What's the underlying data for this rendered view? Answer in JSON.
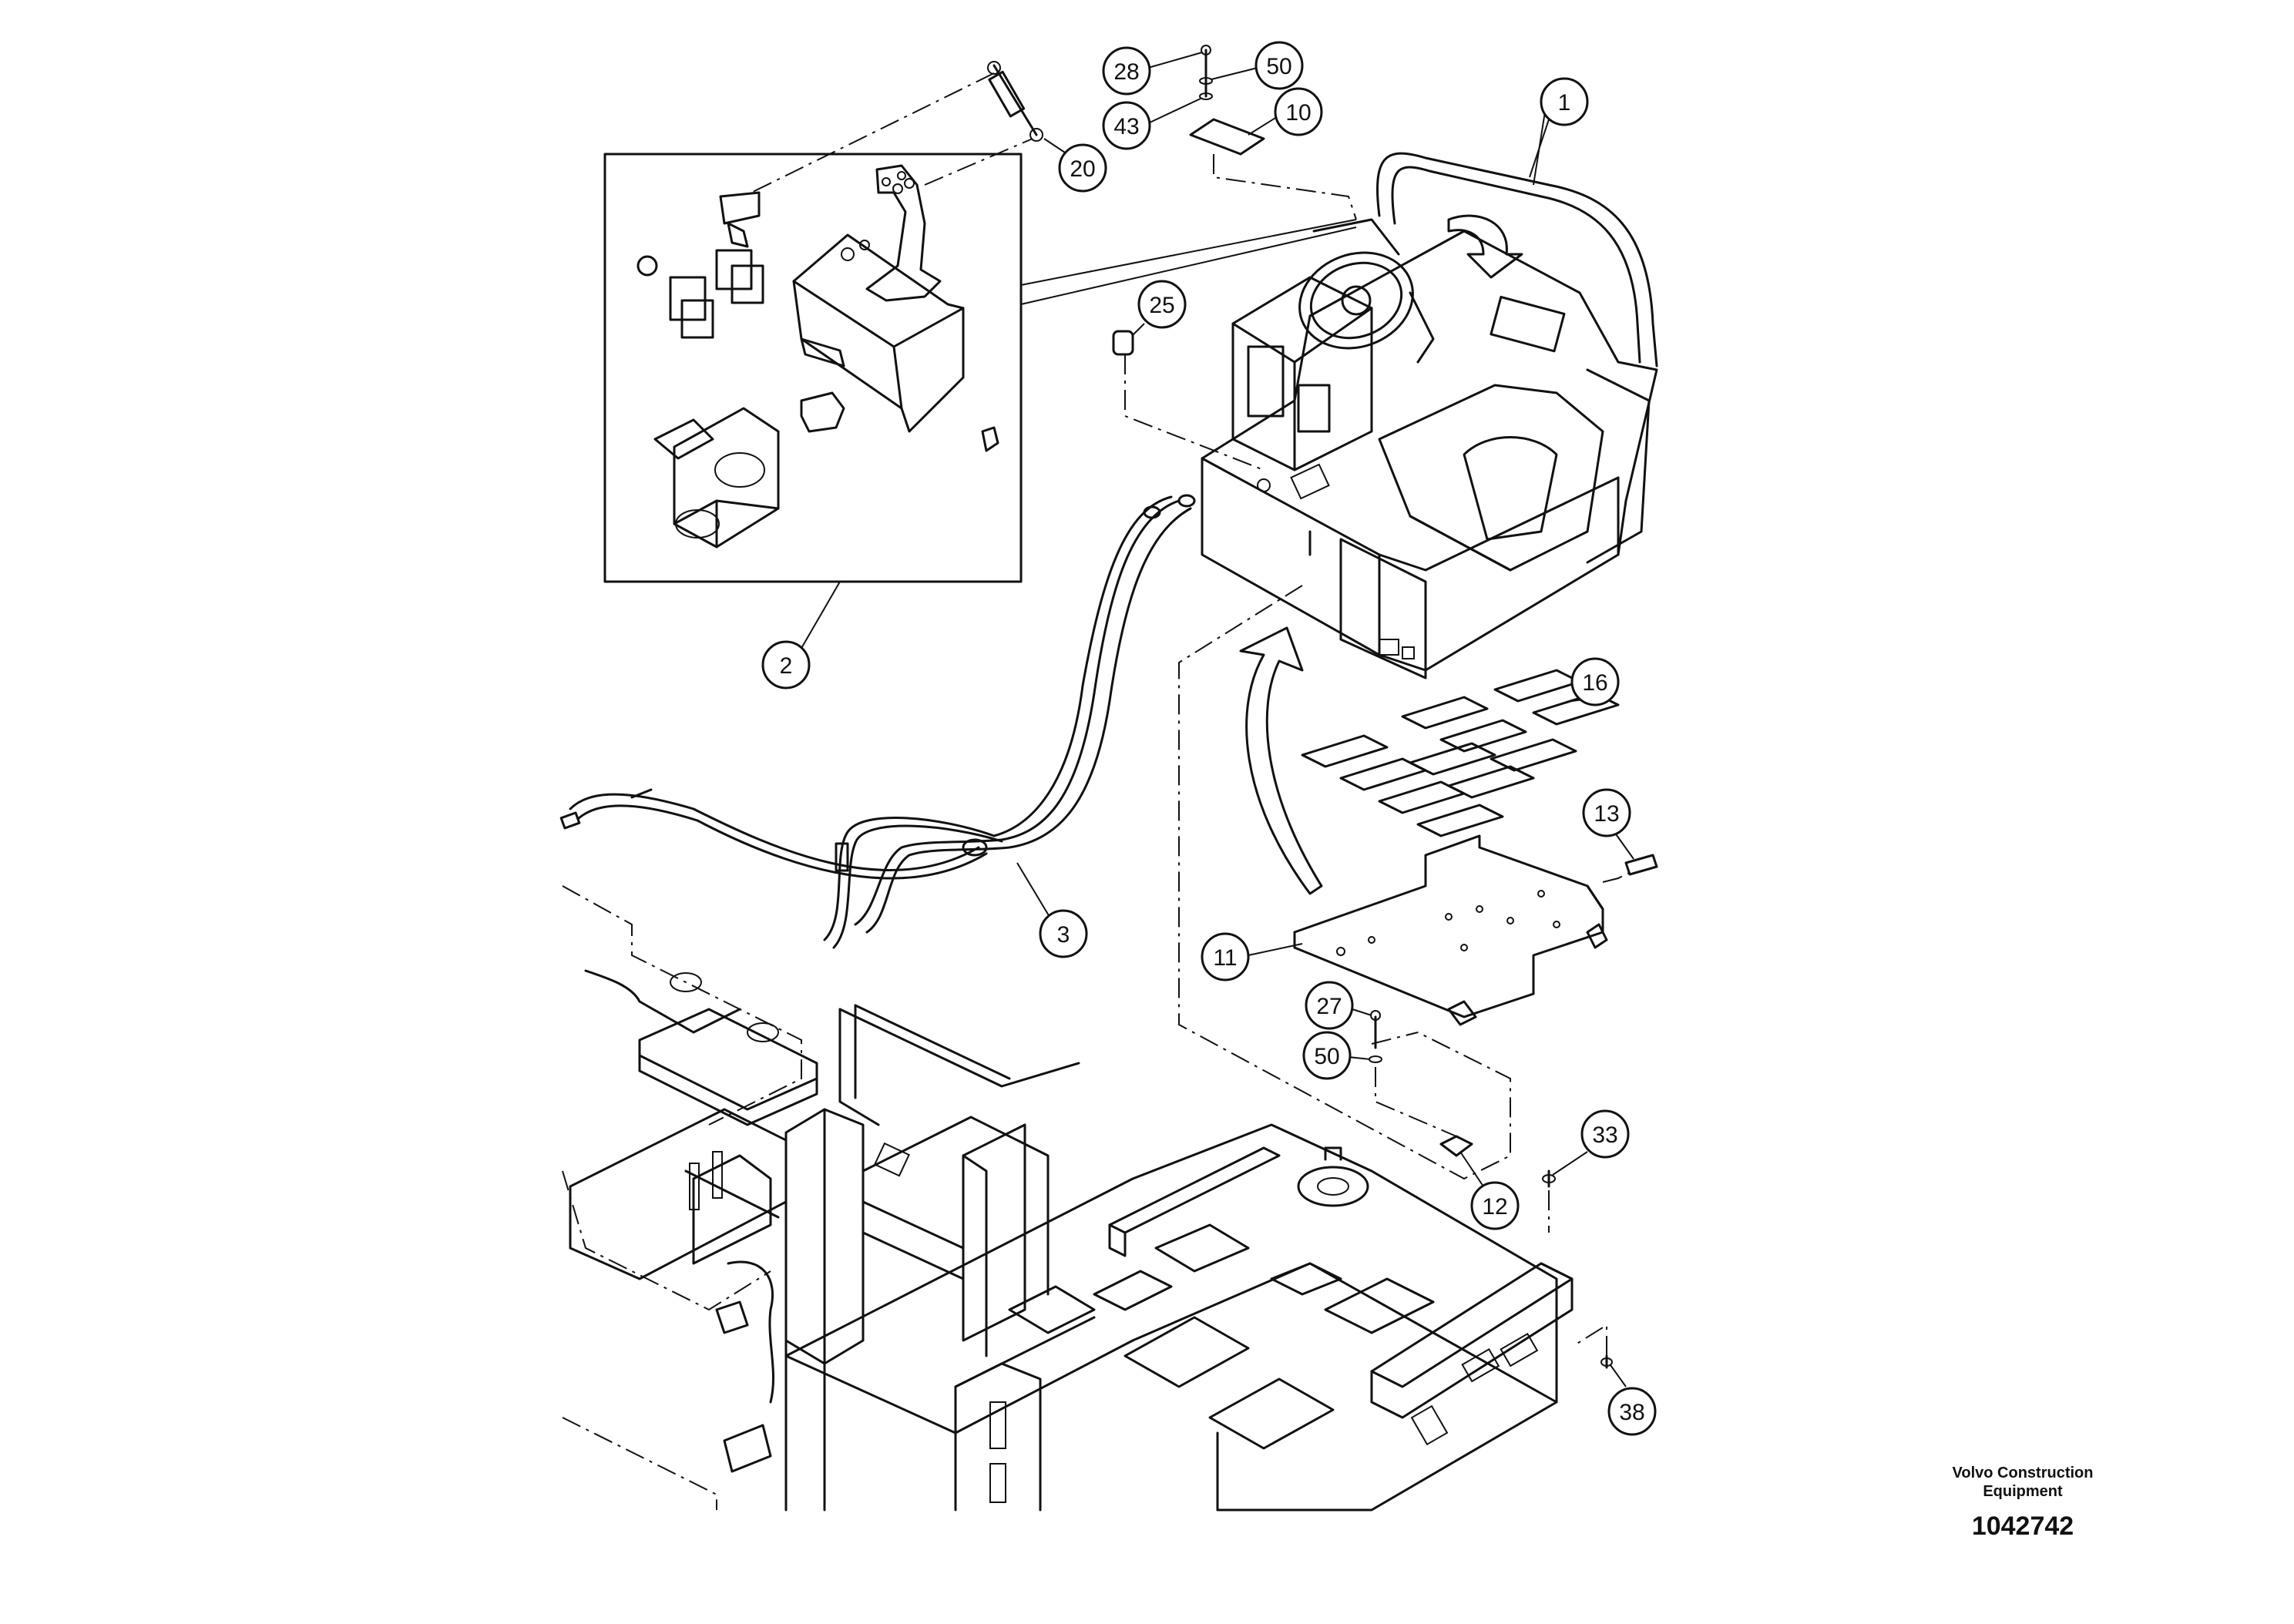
{
  "brand": {
    "line1": "Volvo Construction",
    "line2": "Equipment",
    "drawing_number": "1042742"
  },
  "callouts": [
    {
      "id": "c1",
      "label": "1"
    },
    {
      "id": "c2",
      "label": "2"
    },
    {
      "id": "c3",
      "label": "3"
    },
    {
      "id": "c10",
      "label": "10"
    },
    {
      "id": "c11",
      "label": "11"
    },
    {
      "id": "c12",
      "label": "12"
    },
    {
      "id": "c13",
      "label": "13"
    },
    {
      "id": "c16",
      "label": "16"
    },
    {
      "id": "c20",
      "label": "20"
    },
    {
      "id": "c25",
      "label": "25"
    },
    {
      "id": "c27",
      "label": "27"
    },
    {
      "id": "c28",
      "label": "28"
    },
    {
      "id": "c33",
      "label": "33"
    },
    {
      "id": "c38",
      "label": "38"
    },
    {
      "id": "c43",
      "label": "43"
    },
    {
      "id": "c50a",
      "label": "50"
    },
    {
      "id": "c50b",
      "label": "50"
    }
  ]
}
